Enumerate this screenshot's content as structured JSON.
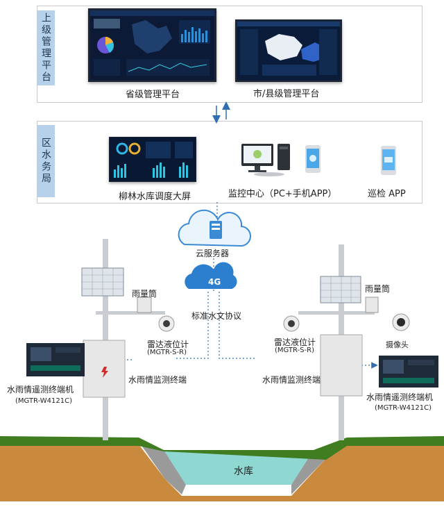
{
  "upper_platform": {
    "tab": "上级管理平台",
    "provincial_label": "省级管理平台",
    "municipal_label": "市/县级管理平台"
  },
  "district_bureau": {
    "tab": "区水务局",
    "dispatch_screen_label": "柳林水库调度大屏",
    "monitor_center_label": "监控中心（PC+手机APP）",
    "patrol_app_label": "巡检 APP"
  },
  "cloud": {
    "label": "云服务器"
  },
  "network": {
    "label": "4G"
  },
  "protocol": {
    "label": "标准水文协议"
  },
  "left_station": {
    "rain_gauge": "雨量筒",
    "radar_level": "雷达液位计",
    "radar_model": "(MGTR-S-R)",
    "monitor_terminal": "水雨情监测终端",
    "rtu_name": "水雨情遥测终端机",
    "rtu_model": "(MGTR-W4121C)"
  },
  "right_station": {
    "rain_gauge": "雨量筒",
    "radar_level": "雷达液位计",
    "radar_model": "(MGTR-S-R)",
    "camera": "摄像头",
    "monitor_terminal": "水雨情监测终端",
    "rtu_name": "水雨情遥测终端机",
    "rtu_model": "(MGTR-W4121C)"
  },
  "reservoir": {
    "label": "水库"
  },
  "colors": {
    "tab_bg": "#b8d1ea",
    "link_line": "#2f6fb0",
    "water": "#8fd8d2",
    "grass": "#3f7d20",
    "soil": "#c98a3e"
  }
}
